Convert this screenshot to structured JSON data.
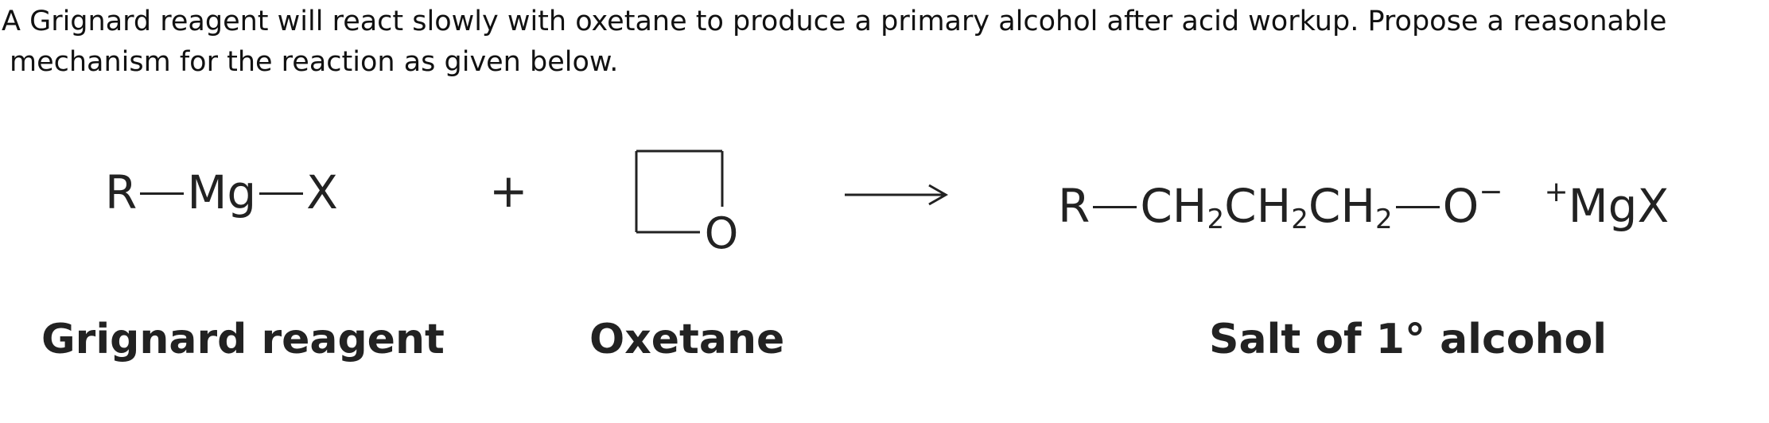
{
  "question": {
    "line1": "A Grignard reagent will react slowly with oxetane to produce a primary alcohol after acid workup. Propose a reasonable",
    "line2": "mechanism for the reaction as given below."
  },
  "reaction": {
    "reagent": {
      "r": "R",
      "mg": "Mg",
      "x": "X",
      "caption": "Grignard reagent"
    },
    "plus": "+",
    "oxetane": {
      "atom": "O",
      "caption": "Oxetane"
    },
    "arrow": "→",
    "product": {
      "r": "R",
      "ch2_a": "CH",
      "ch2_b": "CH",
      "ch2_c": "CH",
      "sub": "2",
      "o": "O",
      "o_charge": "−",
      "mg_charge": "+",
      "mgx": "MgX",
      "caption": "Salt of 1° alcohol"
    }
  }
}
